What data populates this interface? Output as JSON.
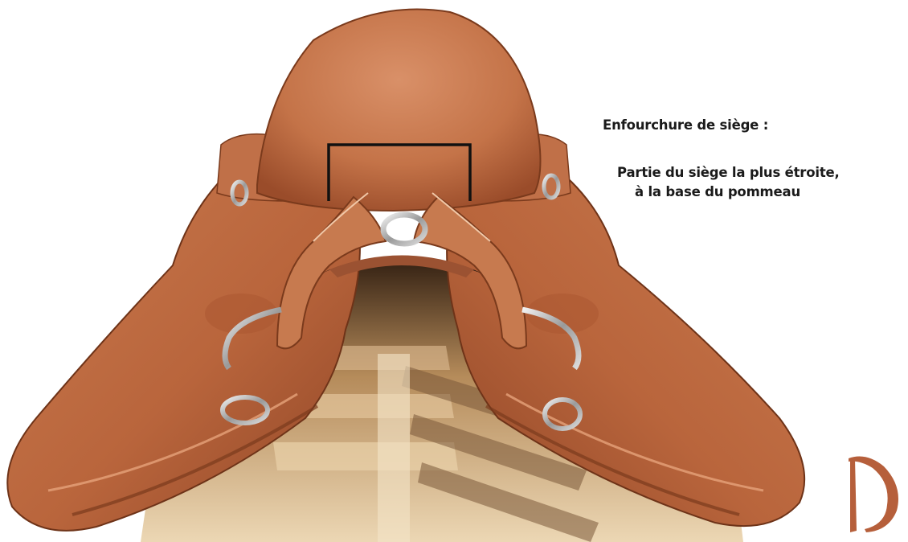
{
  "caption": {
    "title": "Enfourchure de siège :",
    "description_line1": "Partie du siège la plus étroite,",
    "description_line2": "à la base du pommeau"
  },
  "colors": {
    "leather": "#c8744a",
    "leather_dark": "#8a4222",
    "marker_outline": "#111111",
    "logo": "#b65f3b"
  }
}
